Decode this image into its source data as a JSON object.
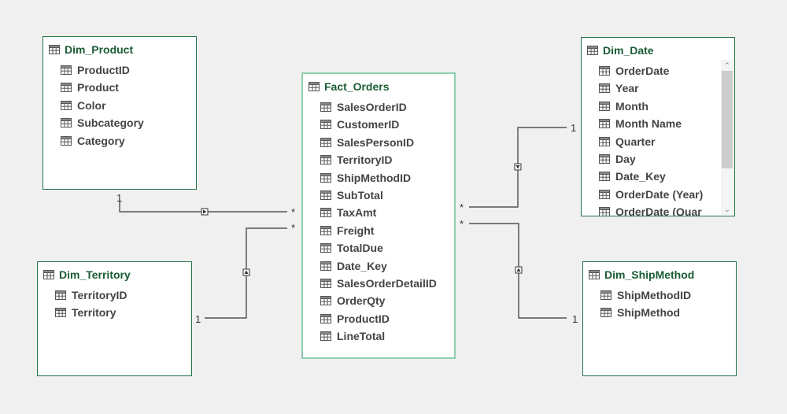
{
  "tables": {
    "dim_product": {
      "title": "Dim_Product",
      "fields": [
        "ProductID",
        "Product",
        "Color",
        "Subcategory",
        "Category"
      ]
    },
    "dim_territory": {
      "title": "Dim_Territory",
      "fields": [
        "TerritoryID",
        "Territory"
      ]
    },
    "fact_orders": {
      "title": "Fact_Orders",
      "selected": true,
      "fields": [
        "SalesOrderID",
        "CustomerID",
        "SalesPersonID",
        "TerritoryID",
        "ShipMethodID",
        "SubTotal",
        "TaxAmt",
        "Freight",
        "TotalDue",
        "Date_Key",
        "SalesOrderDetailID",
        "OrderQty",
        "ProductID",
        "LineTotal"
      ]
    },
    "dim_date": {
      "title": "Dim_Date",
      "fields": [
        "OrderDate",
        "Year",
        "Month",
        "Month Name",
        "Quarter",
        "Day",
        "Date_Key",
        "OrderDate (Year)",
        "OrderDate (Quar"
      ],
      "has_scrollbar": true
    },
    "dim_shipmethod": {
      "title": "Dim_ShipMethod",
      "fields": [
        "ShipMethodID",
        "ShipMethod"
      ]
    }
  },
  "relationships": [
    {
      "one_side": "Dim_Product",
      "many_side": "Fact_Orders",
      "one_label": "1",
      "many_label": "*"
    },
    {
      "one_side": "Dim_Territory",
      "many_side": "Fact_Orders",
      "one_label": "1",
      "many_label": "*"
    },
    {
      "one_side": "Dim_Date",
      "many_side": "Fact_Orders",
      "one_label": "1",
      "many_label": "*"
    },
    {
      "one_side": "Dim_ShipMethod",
      "many_side": "Fact_Orders",
      "one_label": "1",
      "many_label": "*"
    }
  ],
  "colors": {
    "canvas_background": "#f0f0f0",
    "card_border": "#217346",
    "selected_border": "#8fcfb0",
    "title_text": "#1a5c34",
    "connector": "#333333"
  },
  "icons": {
    "table": "table-grid-icon",
    "field": "table-grid-icon",
    "scroll_up": "chevron-up-icon",
    "scroll_down": "chevron-down-icon"
  }
}
